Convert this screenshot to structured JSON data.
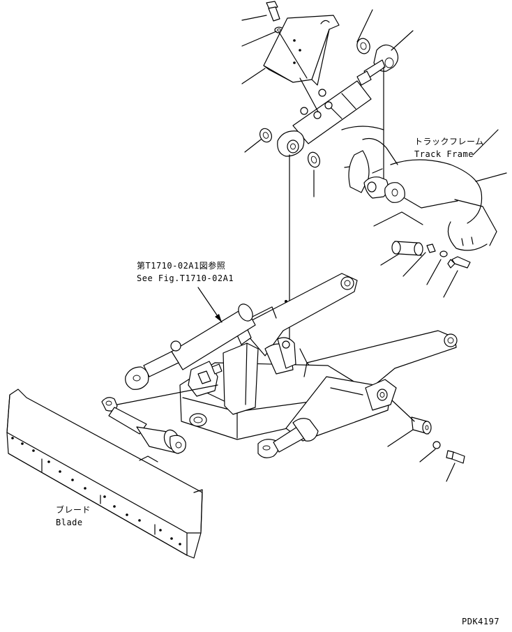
{
  "labels": {
    "track_frame_jp": "トラックフレーム",
    "track_frame_en": "Track Frame",
    "see_fig_jp": "第T1710-02A1図参照",
    "see_fig_en": "See Fig.T1710-02A1",
    "blade_jp": "ブレード",
    "blade_en": "Blade",
    "drawing_code": "PDK4197"
  }
}
